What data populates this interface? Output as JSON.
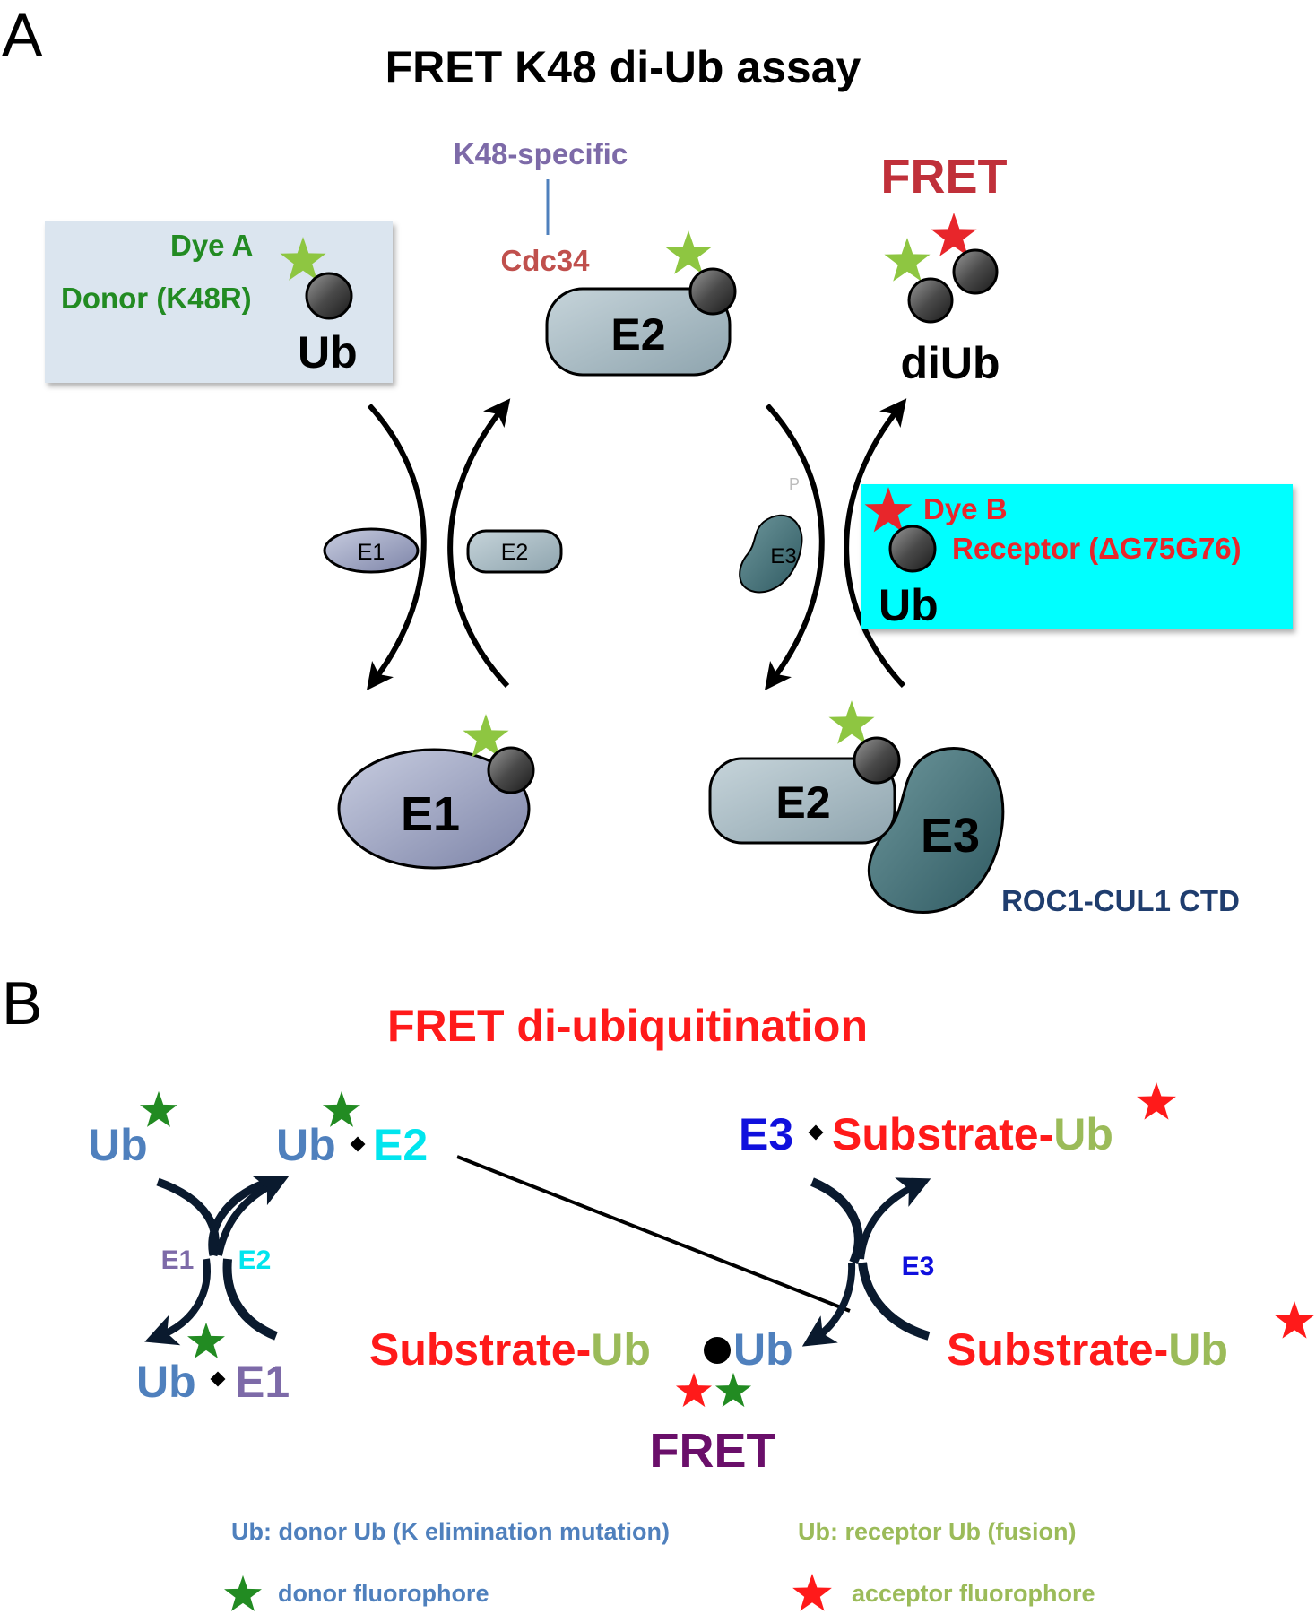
{
  "panel_a": {
    "letter": "A",
    "title": "FRET K48 di-Ub assay",
    "donor_box": {
      "dye": "Dye A",
      "donor": "Donor (K48R)",
      "ub": "Ub"
    },
    "k48_specific": "K48-specific",
    "cdc34": "Cdc34",
    "fret": "FRET",
    "e2_top": "E2",
    "diub": "diUb",
    "receptor_box": {
      "dye": "Dye B",
      "receptor": "Receptor (ΔG75G76)",
      "ub": "Ub"
    },
    "small_e1": "E1",
    "small_e2": "E2",
    "small_e3": "E3",
    "phospho_tag": "P",
    "e1_bottom": "E1",
    "e2_bottom": "E2",
    "e3_bottom": "E3",
    "roc1": "ROC1-CUL1 CTD"
  },
  "panel_b": {
    "letter": "B",
    "title": "FRET di-ubiquitination",
    "ub_top": "Ub",
    "ub_e2": {
      "ub": "Ub",
      "e2": "E2"
    },
    "ub_e1": {
      "ub": "Ub",
      "e1": "E1"
    },
    "e1_label": "E1",
    "e2_label": "E2",
    "e3_label": "E3",
    "e3_substrate": {
      "e3": "E3",
      "substrate": "Substrate-",
      "ub": "Ub"
    },
    "substrate_right": {
      "substrate": "Substrate-",
      "ub": "Ub"
    },
    "product": {
      "substrate": "Substrate-",
      "ub_receptor": "Ub",
      "ub_donor": "Ub"
    },
    "fret": "FRET"
  },
  "legend": {
    "donor_ub": "Ub: donor Ub (K elimination mutation)",
    "receptor_ub": "Ub: receptor Ub (fusion)",
    "donor_fluor": "donor fluorophore",
    "acceptor_fluor": "acceptor fluorophore"
  },
  "colors": {
    "donor_green": "#228B22",
    "light_green": "#8ec641",
    "red": "#e8262b",
    "fret_red": "#c0303a",
    "purple": "#7d6aa8",
    "cdc34": "#c0504d",
    "box_a": "#dbe5ef",
    "box_b": "#00ffff",
    "ub_blue": "#4f80bd",
    "cyan": "#00e5ee",
    "e3_blue": "#1010dd",
    "navy": "#1f3d6e",
    "fret_purple": "#6a0f6a"
  }
}
